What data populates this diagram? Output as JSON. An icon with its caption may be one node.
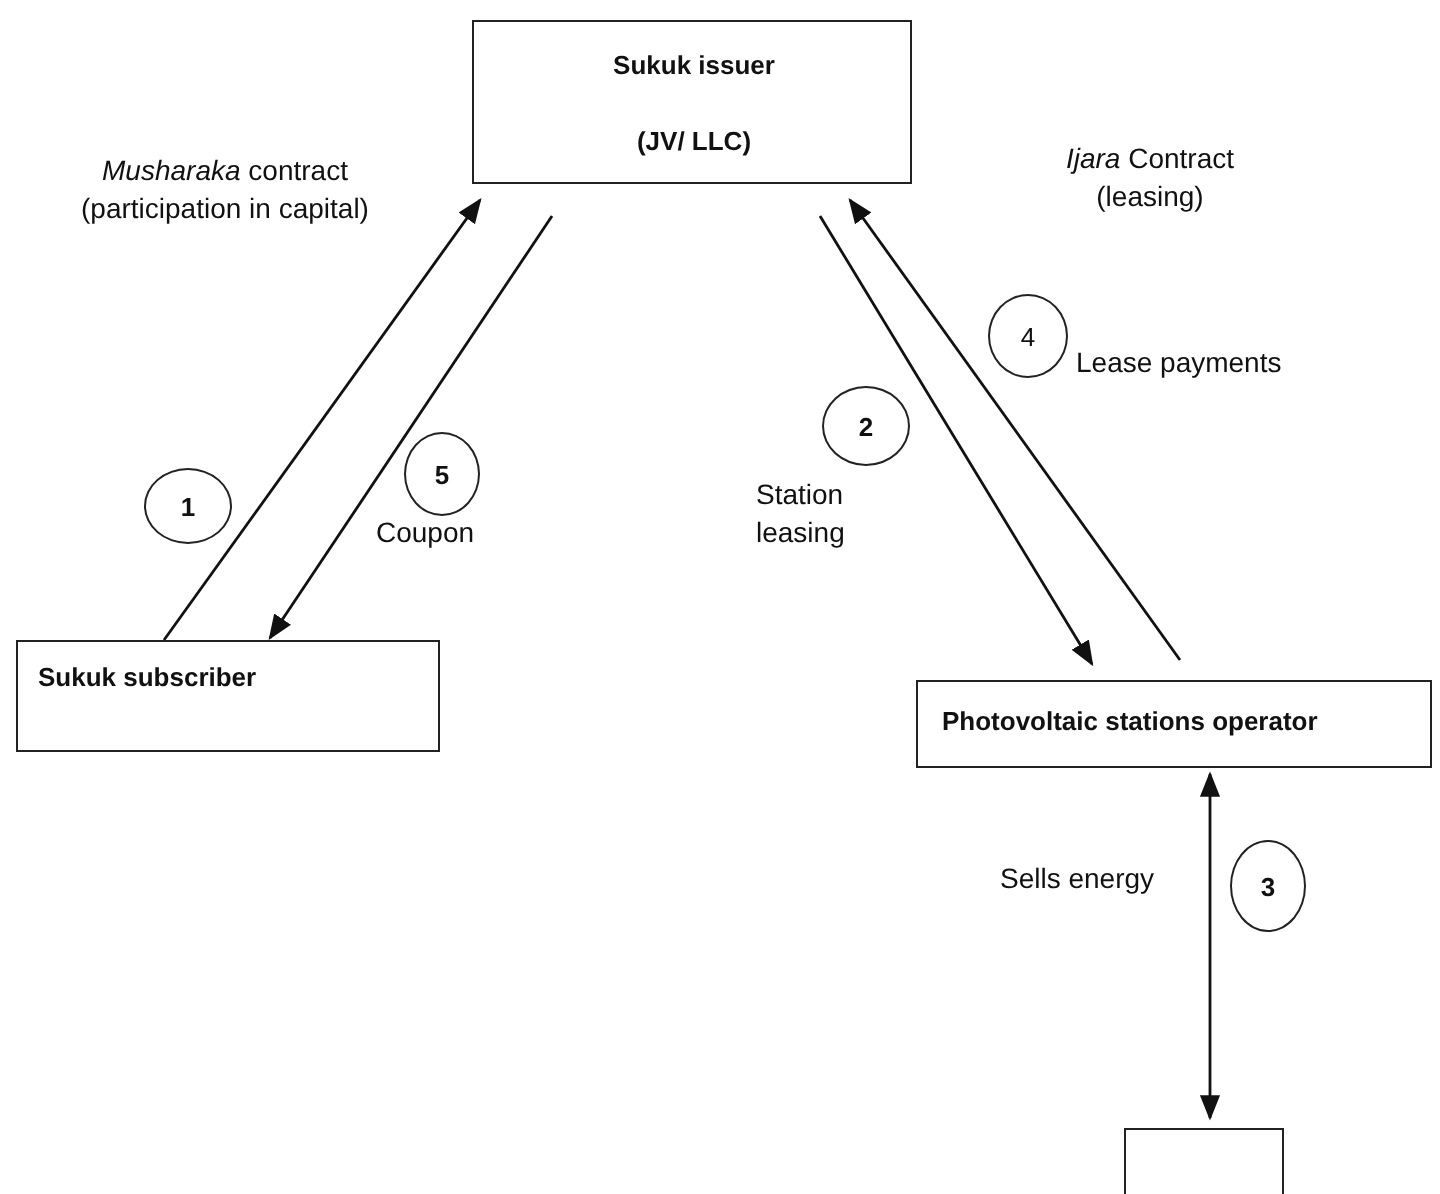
{
  "diagram": {
    "nodes": [
      {
        "text": [
          "Sukuk issuer",
          "(JV/ LLC)"
        ]
      },
      {
        "text": [
          "4"
        ]
      },
      {
        "text": [
          "2"
        ]
      },
      {
        "text": [
          "5"
        ]
      },
      {
        "text": [
          "1"
        ]
      },
      {
        "text": [
          "Sukuk subscriber"
        ]
      },
      {
        "text": [
          "Photovoltaic stations operator"
        ]
      },
      {
        "text": [
          "3"
        ]
      },
      {
        "text": [],
        "shape": "box"
      }
    ],
    "edges": [
      {
        "from": 5,
        "to": 0,
        "arrow": "to"
      },
      {
        "from": 0,
        "to": 5,
        "label": "Coupon",
        "arrow": "to"
      },
      {
        "from": 0,
        "to": 6,
        "label": "Station leasing",
        "arrow": "to"
      },
      {
        "from": 6,
        "to": 0,
        "label": "Lease payments",
        "arrow": "to"
      },
      {
        "from": 6,
        "to": 8,
        "label": "Sells energy",
        "arrow": "both"
      }
    ],
    "labels": [
      "*Musharaka* contract (participation in capital)",
      "*Ijara* Contract (leasing)"
    ]
  }
}
